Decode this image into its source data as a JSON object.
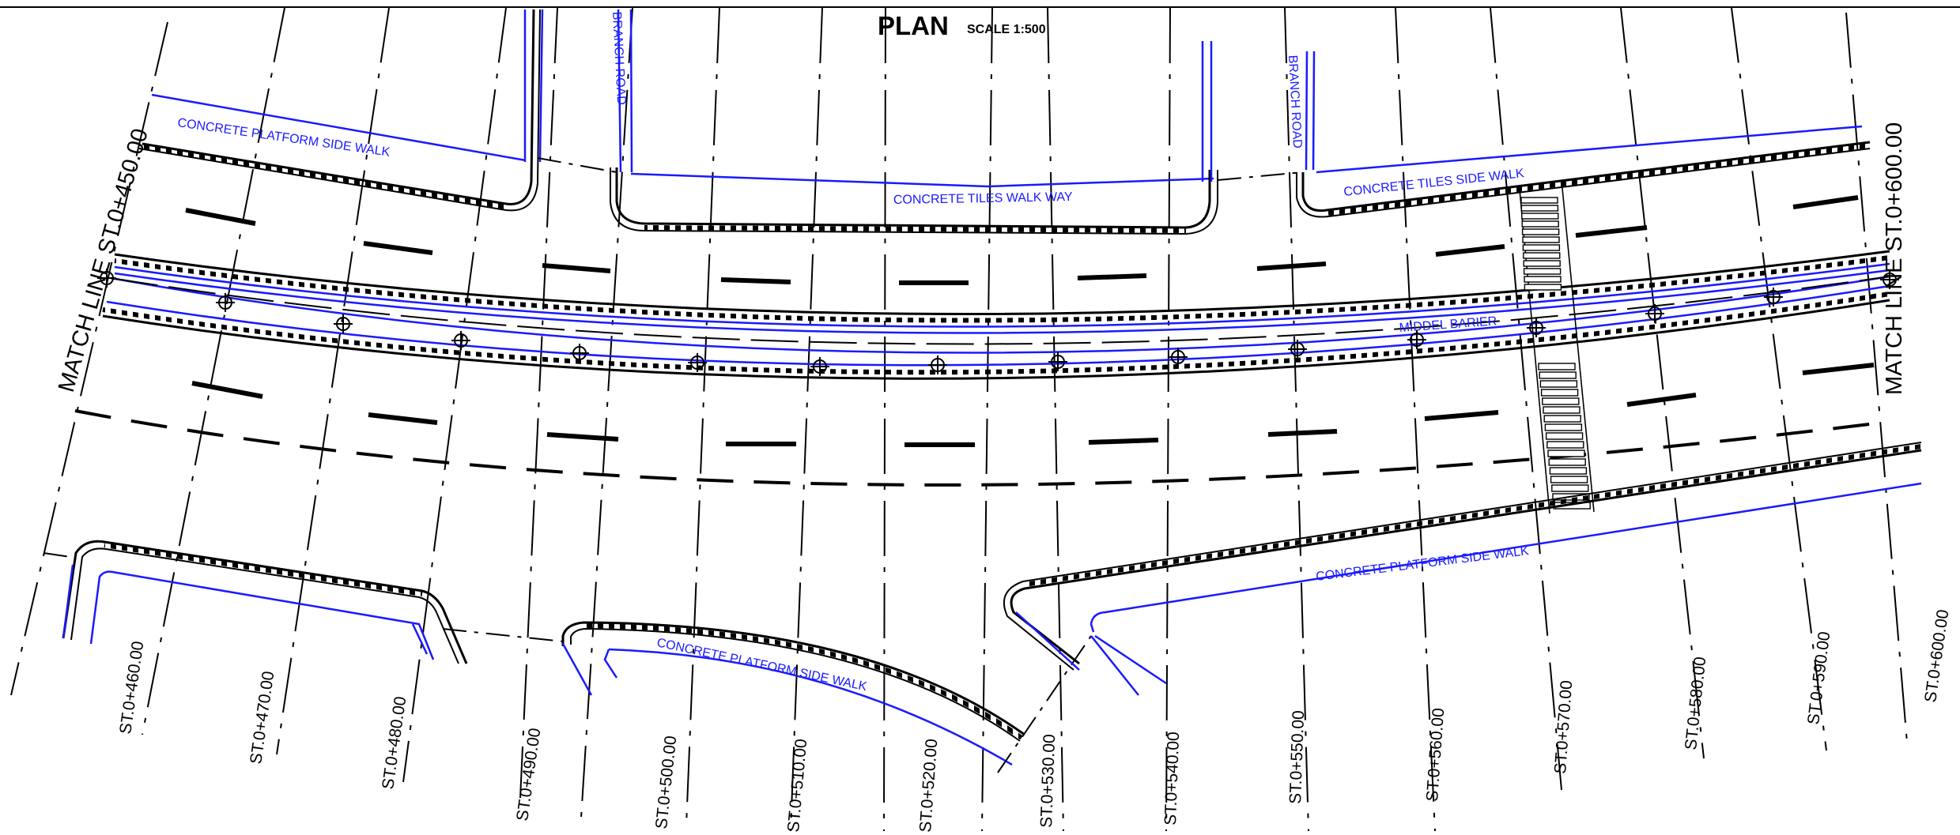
{
  "title": "PLAN",
  "scale": "SCALE  1:500",
  "match_lines": {
    "left": "MATCH LINE ST.0+450.00",
    "right": "MATCH LINE ST.0+600.00"
  },
  "labels": {
    "branch_road_left": "BRANCH ROAD",
    "branch_road_right": "BRANCH ROAD",
    "sidewalk_top_left": "CONCRETE PLATFORM  SIDE WALK",
    "walkway_top_center": "CONCRETE TILES  WALK WAY",
    "sidewalk_top_right": "CONCRETE TILES  SIDE WALK",
    "middle_barrier": "MIDDEL BARIER",
    "sidewalk_bottom_center": "CONCRETE PLATFORM  SIDE WALK",
    "sidewalk_bottom_right": "CONCRETE PLATFORM  SIDE WALK"
  },
  "stations": [
    "ST.0+460.00",
    "ST.0+470.00",
    "ST.0+480.00",
    "ST.0+490.00",
    "ST.0+500.00",
    "ST.0+510.00",
    "ST.0+520.00",
    "ST.0+530.00",
    "ST.0+540.00",
    "ST.0+550.00",
    "ST.0+560.00",
    "ST.0+570.00",
    "ST.0+580.00",
    "ST.0+590.00",
    "ST.0+600.00"
  ],
  "colors": {
    "line_work": "#000000",
    "curb_blue": "#1a1aff",
    "background": "#ffffff"
  }
}
